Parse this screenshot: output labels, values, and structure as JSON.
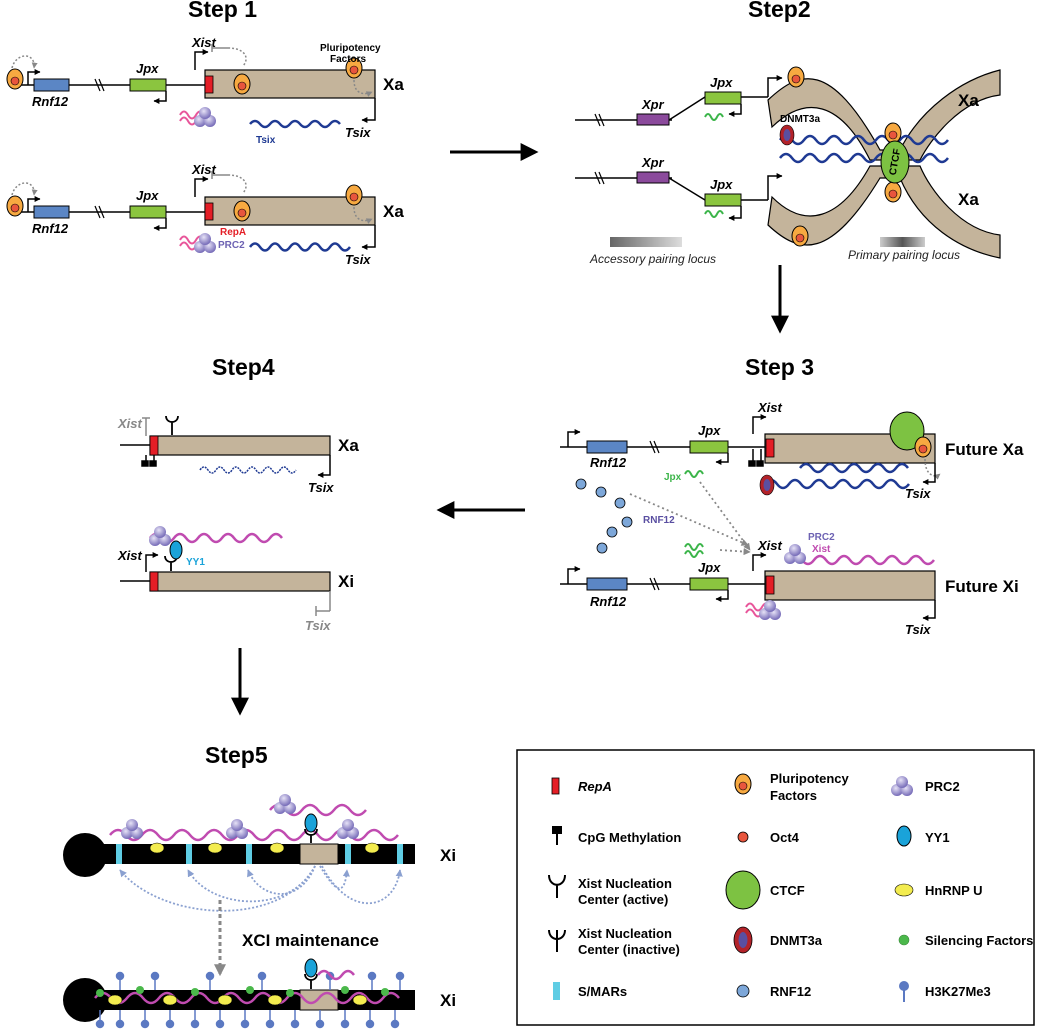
{
  "steps": {
    "step1": "Step 1",
    "step2": "Step2",
    "step3": "Step 3",
    "step4": "Step4",
    "step5": "Step5"
  },
  "genes": {
    "rnf12": "Rnf12",
    "jpx": "Jpx",
    "xist": "Xist",
    "tsix": "Tsix",
    "xpr": "Xpr"
  },
  "chromosomes": {
    "xa": "Xa",
    "xi": "Xi",
    "future_xa": "Future Xa",
    "future_xi": "Future Xi"
  },
  "labels": {
    "pluripotency_line1": "Pluripotency",
    "pluripotency_line2": "Factors",
    "tsix_rna": "Tsix",
    "repa": "RepA",
    "prc2": "PRC2",
    "dnmt3a": "DNMT3a",
    "ctcf": "CTCF",
    "accessory_pairing_locus": "Accessory pairing locus",
    "primary_pairing_locus": "Primary pairing locus",
    "jpx_rna": "Jpx",
    "rnf12_protein": "RNF12",
    "xist_rna": "Xist",
    "yy1": "YY1",
    "xci_maintenance": "XCI maintenance"
  },
  "legend": [
    {
      "label": "RepA",
      "icon": "repa-icon"
    },
    {
      "label": "Pluripotency",
      "label2": "Factors",
      "icon": "pluripotency-factor-icon"
    },
    {
      "label": "PRC2",
      "icon": "prc2-icon"
    },
    {
      "label": "CpG Methylation",
      "icon": "cpg-methylation-icon"
    },
    {
      "label": "Oct4",
      "icon": "oct4-icon"
    },
    {
      "label": "YY1",
      "icon": "yy1-icon"
    },
    {
      "label": "Xist Nucleation",
      "label2": "Center (active)",
      "icon": "nucleation-center-active-icon"
    },
    {
      "label": "CTCF",
      "icon": "ctcf-icon"
    },
    {
      "label": "HnRNP U",
      "icon": "hnrnp-u-icon"
    },
    {
      "label": "Xist Nucleation",
      "label2": "Center (inactive)",
      "icon": "nucleation-center-inactive-icon"
    },
    {
      "label": "DNMT3a",
      "icon": "dnmt3a-icon"
    },
    {
      "label": "Silencing Factors",
      "icon": "silencing-factor-icon"
    },
    {
      "label": "S/MARs",
      "icon": "smar-icon"
    },
    {
      "label": "RNF12",
      "icon": "rnf12-icon"
    },
    {
      "label": "H3K27Me3",
      "icon": "h3k27me3-icon"
    }
  ],
  "colors": {
    "chromosome_tan": "#c4b49b",
    "rnf12_blue": "#5b86c5",
    "jpx_green": "#8bc53f",
    "xpr_purple": "#8b4a9c",
    "repa_red": "#e41e26",
    "pluri_orange": "#f7a941",
    "oct4_red": "#e8553d",
    "tsix_navy": "#1f3a93",
    "xist_magenta": "#c04bb0",
    "repa_pink": "#e8569a",
    "prc2_purple": "#8a7fc8",
    "ctcf_green": "#7dc242",
    "dnmt3a_red": "#b3232a",
    "yy1_blue": "#1aa3d9",
    "hnrnp_yellow": "#f3ec4f",
    "smar_cyan": "#5fcde4",
    "rnf12_dot": "#7da7d9",
    "h3k27_blue": "#5b79c2"
  }
}
